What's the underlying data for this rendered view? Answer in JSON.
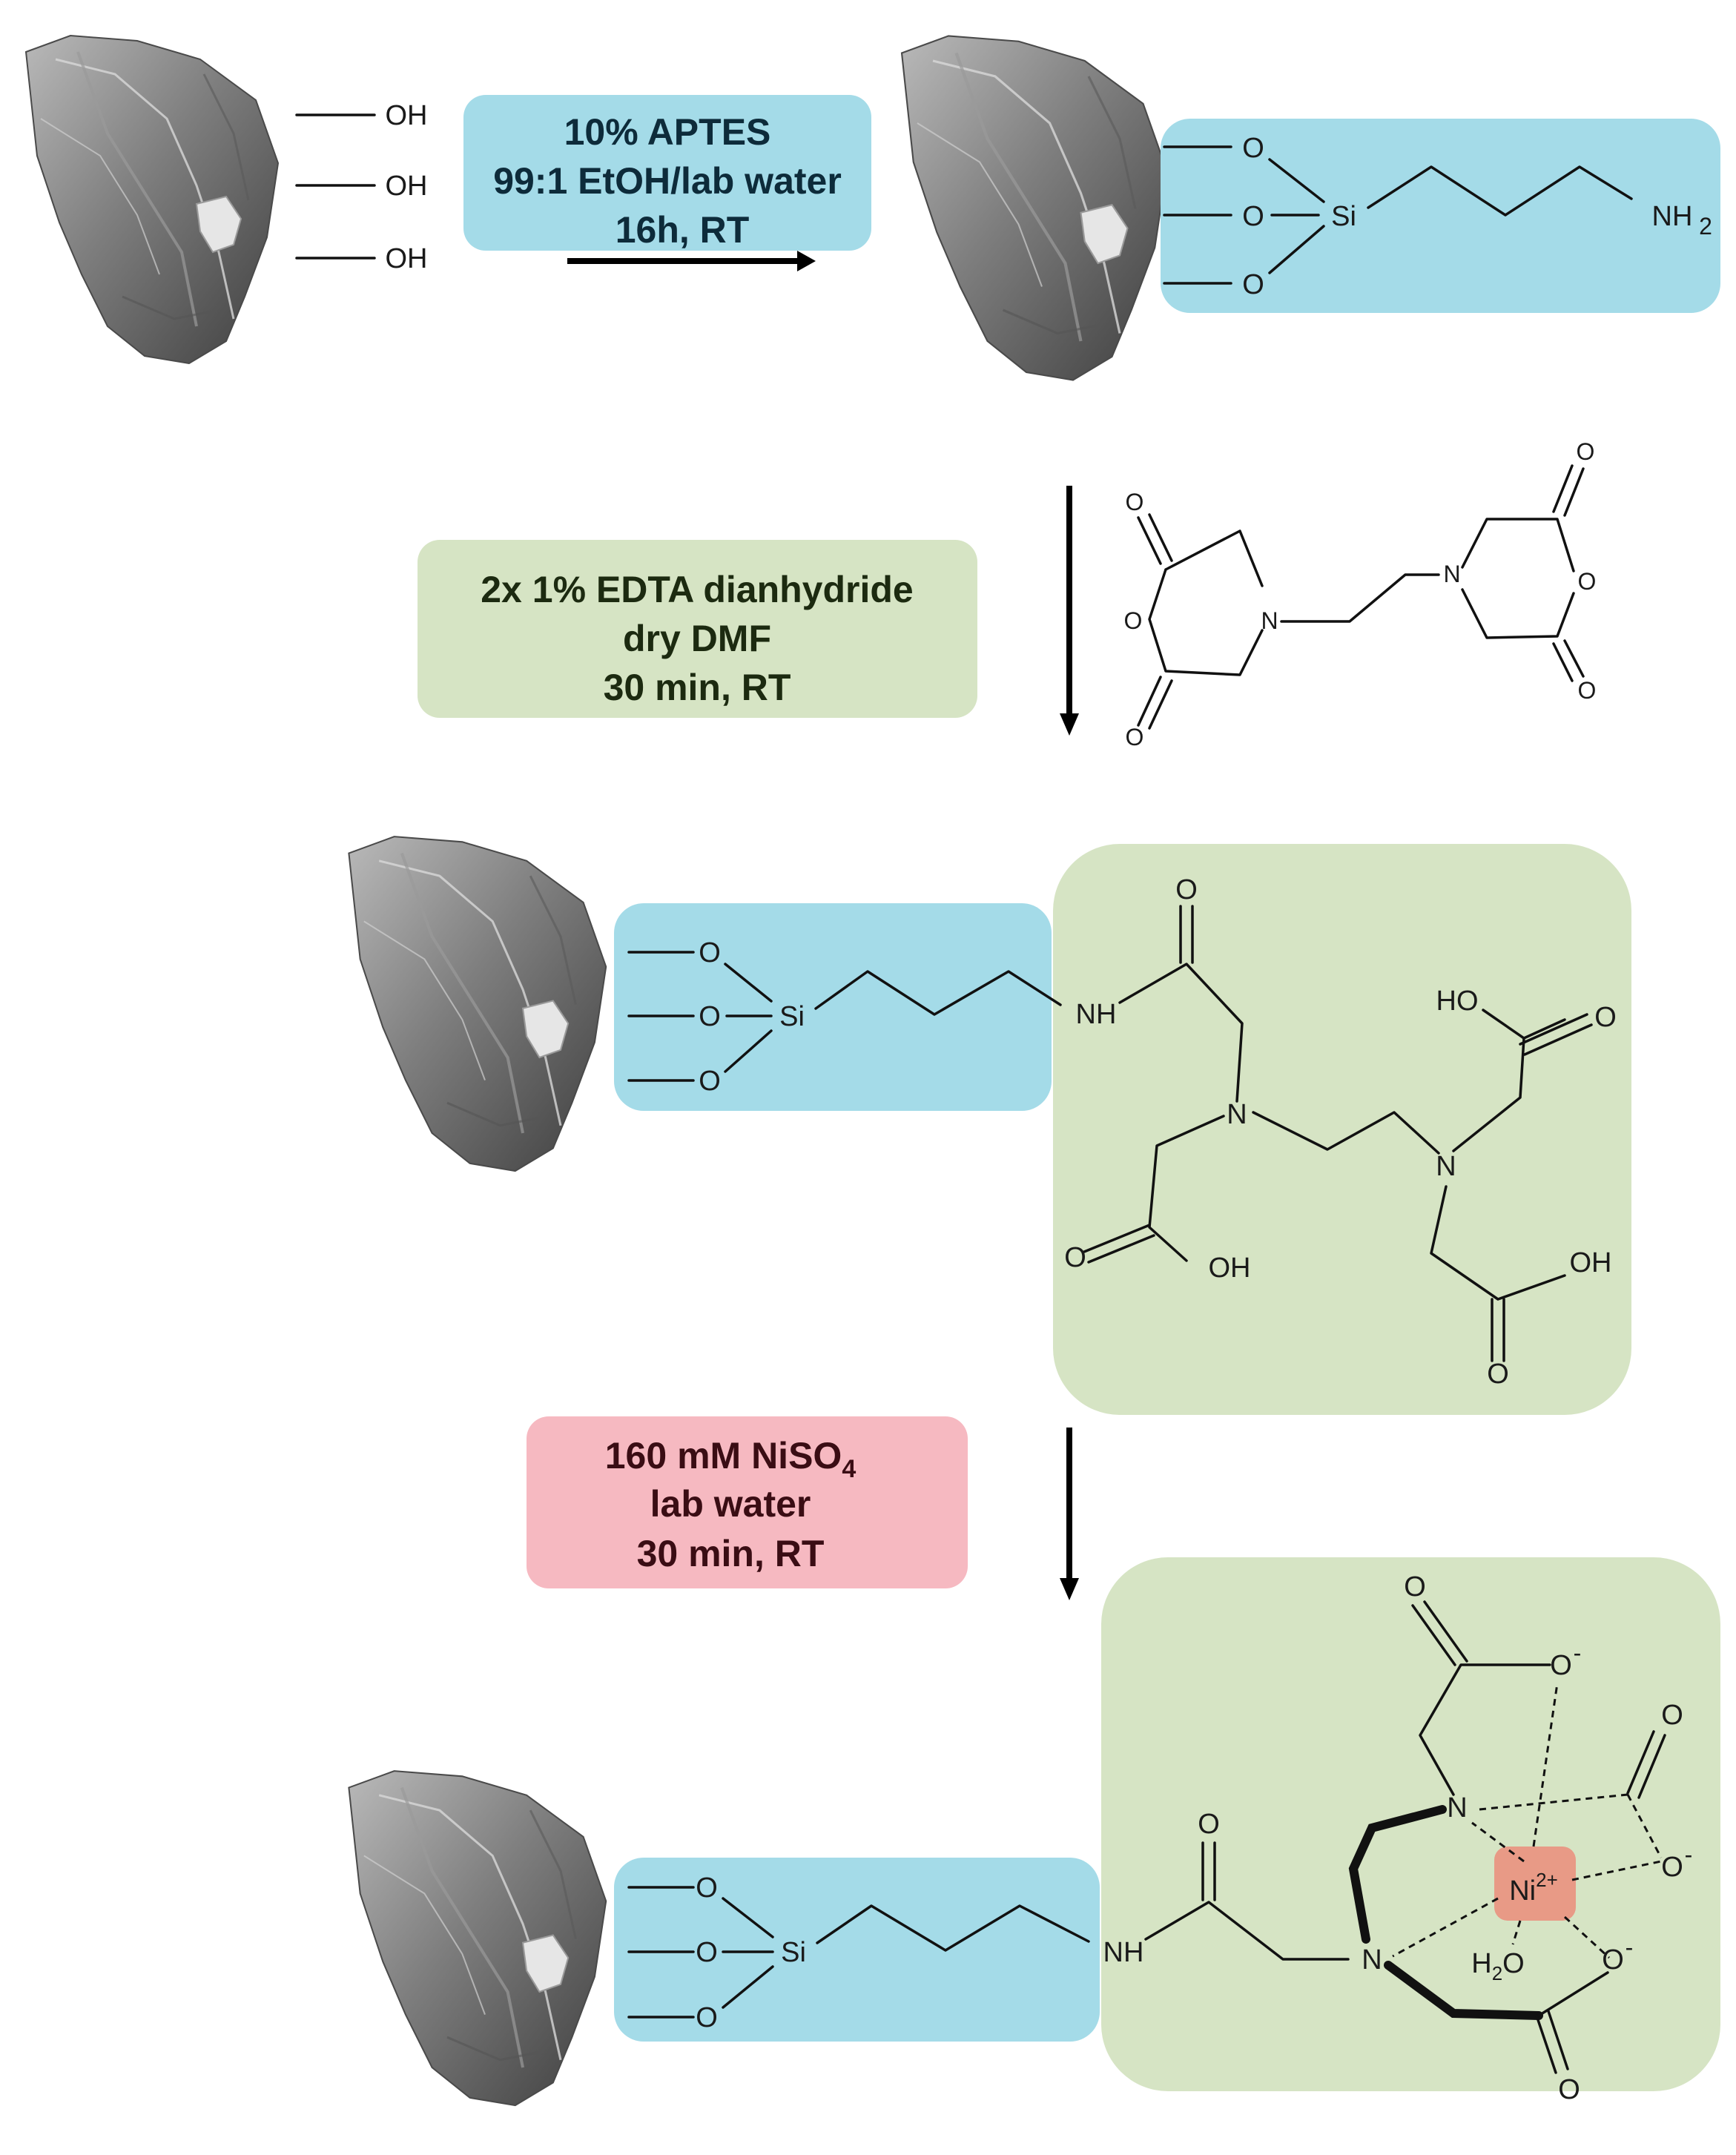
{
  "colors": {
    "aptes_box": "#a4dbe8",
    "edta_box": "#d6e4c4",
    "nickel_box": "#f6b9c1",
    "nickel_ion": "#e89a86",
    "aptes_text": "#0d2b3a",
    "edta_text": "#1c2a10",
    "nickel_text": "#3a0d14"
  },
  "steps": [
    {
      "lines": [
        "10% APTES",
        "99:1 EtOH/lab water",
        "16h, RT"
      ]
    },
    {
      "lines": [
        "2x 1% EDTA dianhydride",
        "dry DMF",
        "30 min, RT"
      ]
    },
    {
      "lines": [
        "160 mM NiSO",
        "lab water",
        "30 min, RT"
      ],
      "subscript": "4"
    }
  ],
  "labels": {
    "hydroxyl": "OH",
    "oxygen": "O",
    "silicon": "Si",
    "nitrogen": "N",
    "amine": "NH",
    "amine_sub": "2",
    "amide": "NH",
    "hydroxy_left": "HO",
    "hydroxy_right": "OH",
    "carboxylate": "O",
    "charge_minus": "-",
    "nickel": "Ni",
    "nickel_charge": "2+",
    "water_h": "H",
    "water_sub": "2",
    "water_o": "O"
  }
}
